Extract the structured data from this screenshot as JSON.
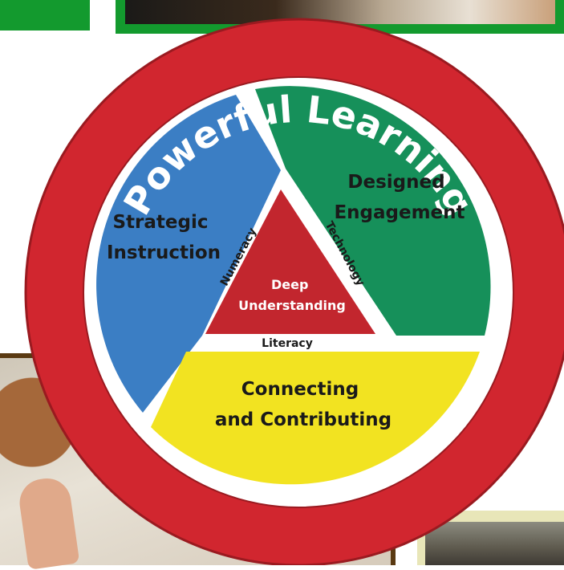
{
  "ring_title": "Powerful Learning",
  "segments": {
    "strategic": [
      "Strategic",
      "Instruction"
    ],
    "designed": [
      "Designed",
      "Engagement"
    ],
    "connecting": [
      "Connecting",
      "and Contributing"
    ]
  },
  "center": [
    "Deep",
    "Understanding"
  ],
  "triangle_sides": {
    "left": "Numeracy",
    "right": "Technology",
    "bottom": "Literacy"
  },
  "colors": {
    "ring": "#d1262f",
    "strategic": "#3b7ec4",
    "designed": "#16905a",
    "connecting": "#f2e321",
    "center": "#c2262e",
    "frame_green": "#139a2e"
  }
}
